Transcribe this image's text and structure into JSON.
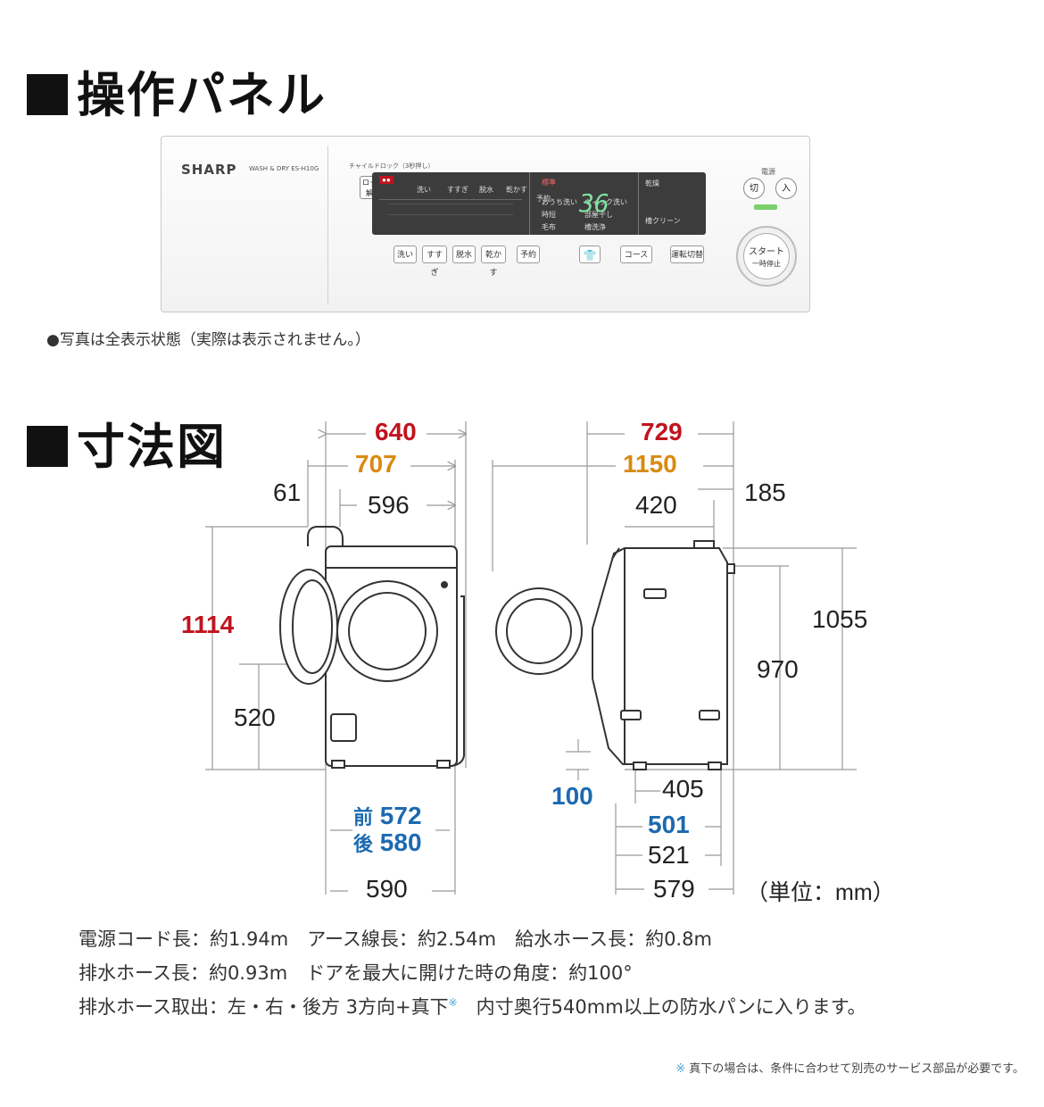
{
  "sections": {
    "panel_heading": "操作パネル",
    "dim_heading": "寸法図"
  },
  "panel": {
    "brand": "SHARP",
    "model": "WASH & DRY ES-H10G",
    "child_lock": "チャイルドロック（3秒押し）",
    "lock_button": "ロック解除",
    "lcd_time": "36",
    "lcd_labels": [
      "洗い",
      "すすぎ",
      "脱水",
      "乾かす",
      "予約"
    ],
    "course_labels": [
      "標準",
      "おうち洗い",
      "ウィック洗い",
      "時短",
      "部屋干し",
      "毛布",
      "槽洗浄",
      "乾燥",
      "槽クリーン"
    ],
    "buttons": [
      "洗い",
      "すすぎ",
      "脱水",
      "乾かす",
      "予約",
      "コース",
      "運転切替"
    ],
    "power_label": "電源",
    "power_off": "切",
    "power_on": "入",
    "start_line1": "スタート",
    "start_line2": "一時停止",
    "caption": "●写真は全表示状態（実際は表示されません。）"
  },
  "dimensions": {
    "front": {
      "d640": "640",
      "d707": "707",
      "d61": "61",
      "d596": "596",
      "d1114": "1114",
      "d520": "520",
      "front_label": "前",
      "front_val": "572",
      "rear_label": "後",
      "rear_val": "580",
      "d590": "590"
    },
    "side": {
      "d729": "729",
      "d1150": "1150",
      "d185": "185",
      "d420": "420",
      "d1055": "1055",
      "d970": "970",
      "d100": "100",
      "d405": "405",
      "d501": "501",
      "d521": "521",
      "d579": "579"
    },
    "unit": "（単位：mm）"
  },
  "specs": {
    "line1": "電源コード長：約1.94m　アース線長：約2.54m　給水ホース長：約0.8m",
    "line2": "排水ホース長：約0.93m　ドアを最大に開けた時の角度：約100°",
    "line3_a": "排水ホース取出：左・右・後方 3方向+真下",
    "line3_mark": "※",
    "line3_b": "　内寸奥行540mm以上の防水パンに入ります。",
    "note_mark": "※",
    "note": " 真下の場合は、条件に合わせて別売のサービス部品が必要です。"
  },
  "colors": {
    "red": "#c0141e",
    "orange": "#d98a10",
    "blue": "#1c6ab0"
  }
}
